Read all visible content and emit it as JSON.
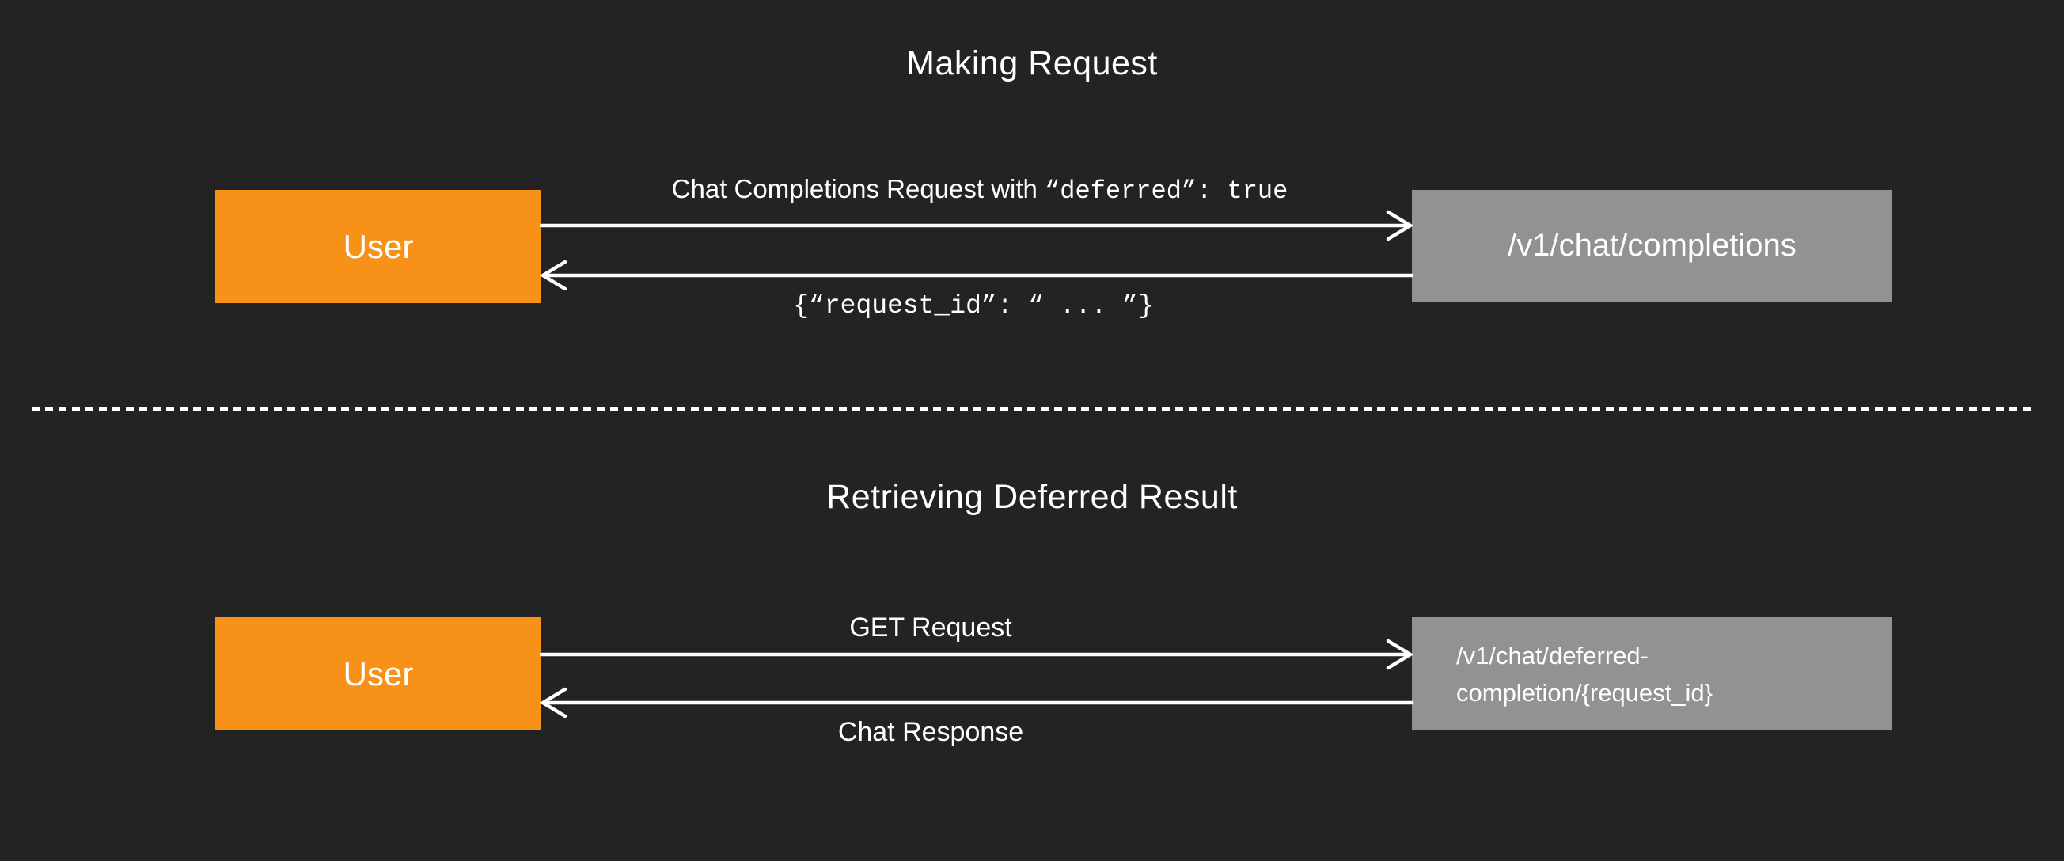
{
  "theme": {
    "background": "#232323",
    "box_orange": "#F89118",
    "box_gray": "#929292",
    "line_white": "#FFFFFF",
    "text_white": "#FFFFFF"
  },
  "sections": [
    {
      "title": "Making Request",
      "actor_label": "User",
      "endpoint_label": "/v1/chat/completions",
      "request_label_text": "Chat Completions Request with ",
      "request_label_code": "“deferred”: true",
      "response_label_code": "{“request_id”: “ ... ”}"
    },
    {
      "title": "Retrieving Deferred Result",
      "actor_label": "User",
      "endpoint_label_line1": "/v1/chat/deferred-",
      "endpoint_label_line2": "completion/{request_id}",
      "request_label": "GET Request",
      "response_label": "Chat Response"
    }
  ]
}
